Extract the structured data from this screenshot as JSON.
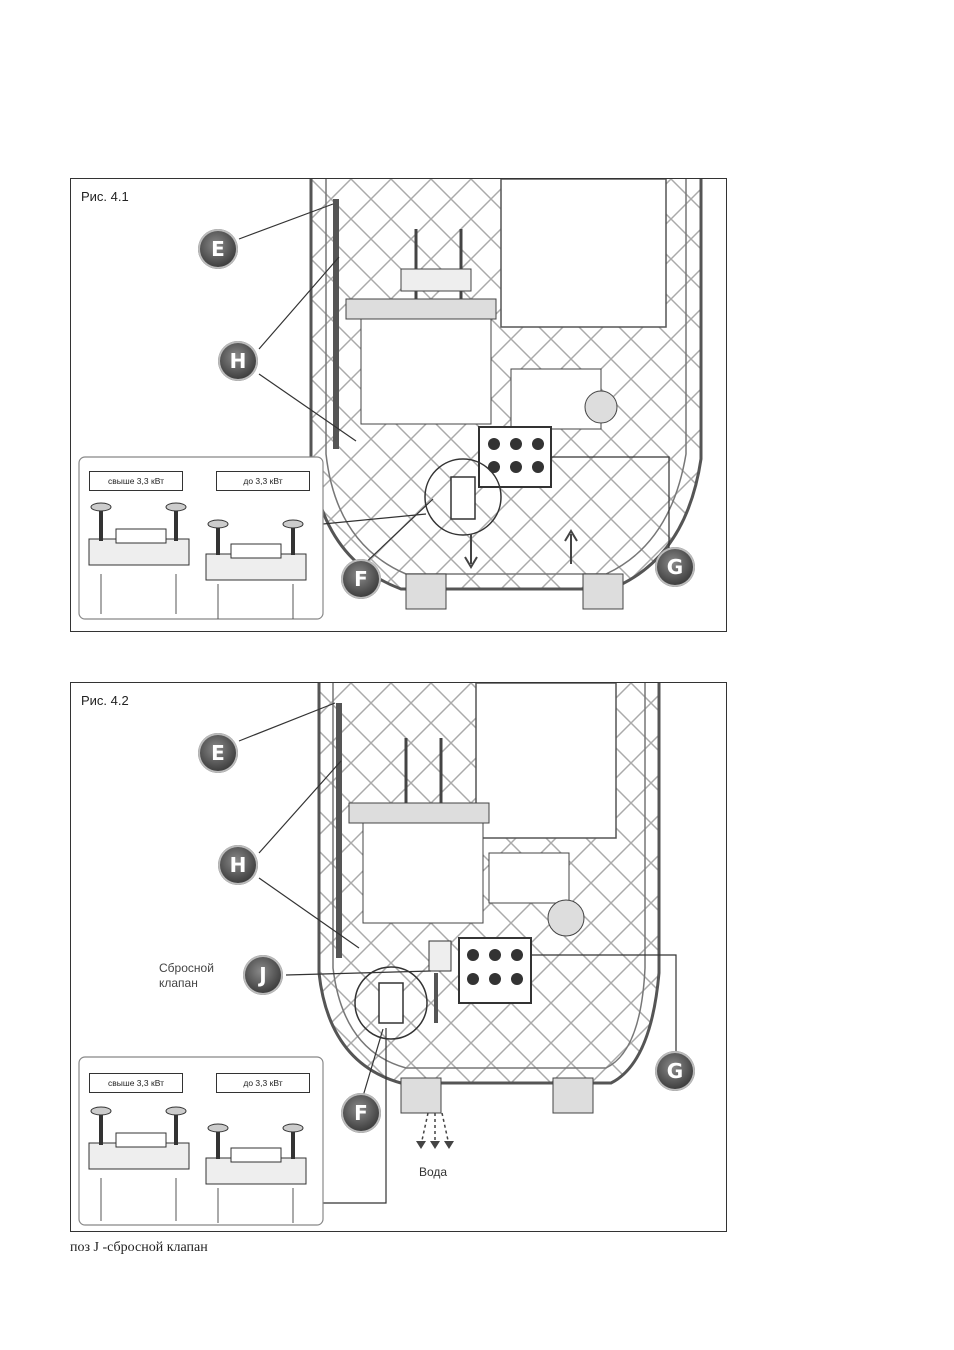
{
  "fig1": {
    "title": "Рис. 4.1",
    "callouts": {
      "e": "E",
      "h": "H",
      "f": "F",
      "g": "G"
    },
    "inset": {
      "left_label": "свыше 3,3 кВт",
      "right_label": "до 3,3 кВт"
    }
  },
  "fig2": {
    "title": "Рис. 4.2",
    "callouts": {
      "e": "E",
      "h": "H",
      "j": "J",
      "f": "F",
      "g": "G"
    },
    "valve_label_line1": "Сбросной",
    "valve_label_line2": "клапан",
    "water_label": "Вода",
    "inset": {
      "left_label": "свыше 3,3 кВт",
      "right_label": "до 3,3 кВт"
    }
  },
  "caption": "поз J  -сбросной клапан"
}
